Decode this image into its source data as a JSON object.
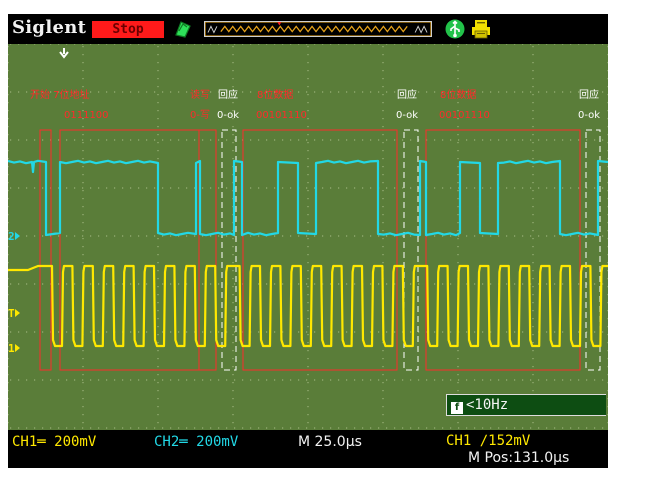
{
  "topbar": {
    "brand": "Siglent",
    "run_state": "Stop",
    "icons": [
      "trigger-mode-icon",
      "memory-position-icon",
      "usb-icon",
      "printer-icon"
    ]
  },
  "annotations": {
    "segment1": {
      "title": "开始 7位地址",
      "value": "0111100"
    },
    "segment2": {
      "title": "读写",
      "value": "0-写"
    },
    "ack1": {
      "title": "回应",
      "value": "0-ok"
    },
    "segment3": {
      "title": "8位数据",
      "value": "00101110"
    },
    "ack2": {
      "title": "回应",
      "value": "0-ok"
    },
    "segment4": {
      "title": "8位数据",
      "value": "00101110"
    },
    "ack3": {
      "title": "回应",
      "value": "0-ok"
    }
  },
  "channel_markers": {
    "ch2": "2",
    "trigger": "T",
    "ch1": "1"
  },
  "trigger_frequency": {
    "icon": "f",
    "text": "<10Hz"
  },
  "status": {
    "ch1_scale": "CH1═ 200mV",
    "ch2_scale": "CH2═ 200mV",
    "timebase": "M 25.0μs",
    "trigger": "CH1 ∕152mV",
    "position": "M Pos:131.0μs"
  },
  "colors": {
    "screen": "#5a7d39",
    "ch1": "#ffe800",
    "ch2": "#22d8e6",
    "annotation": "#ff2a2a",
    "stop_badge": "#ff1a1a"
  }
}
